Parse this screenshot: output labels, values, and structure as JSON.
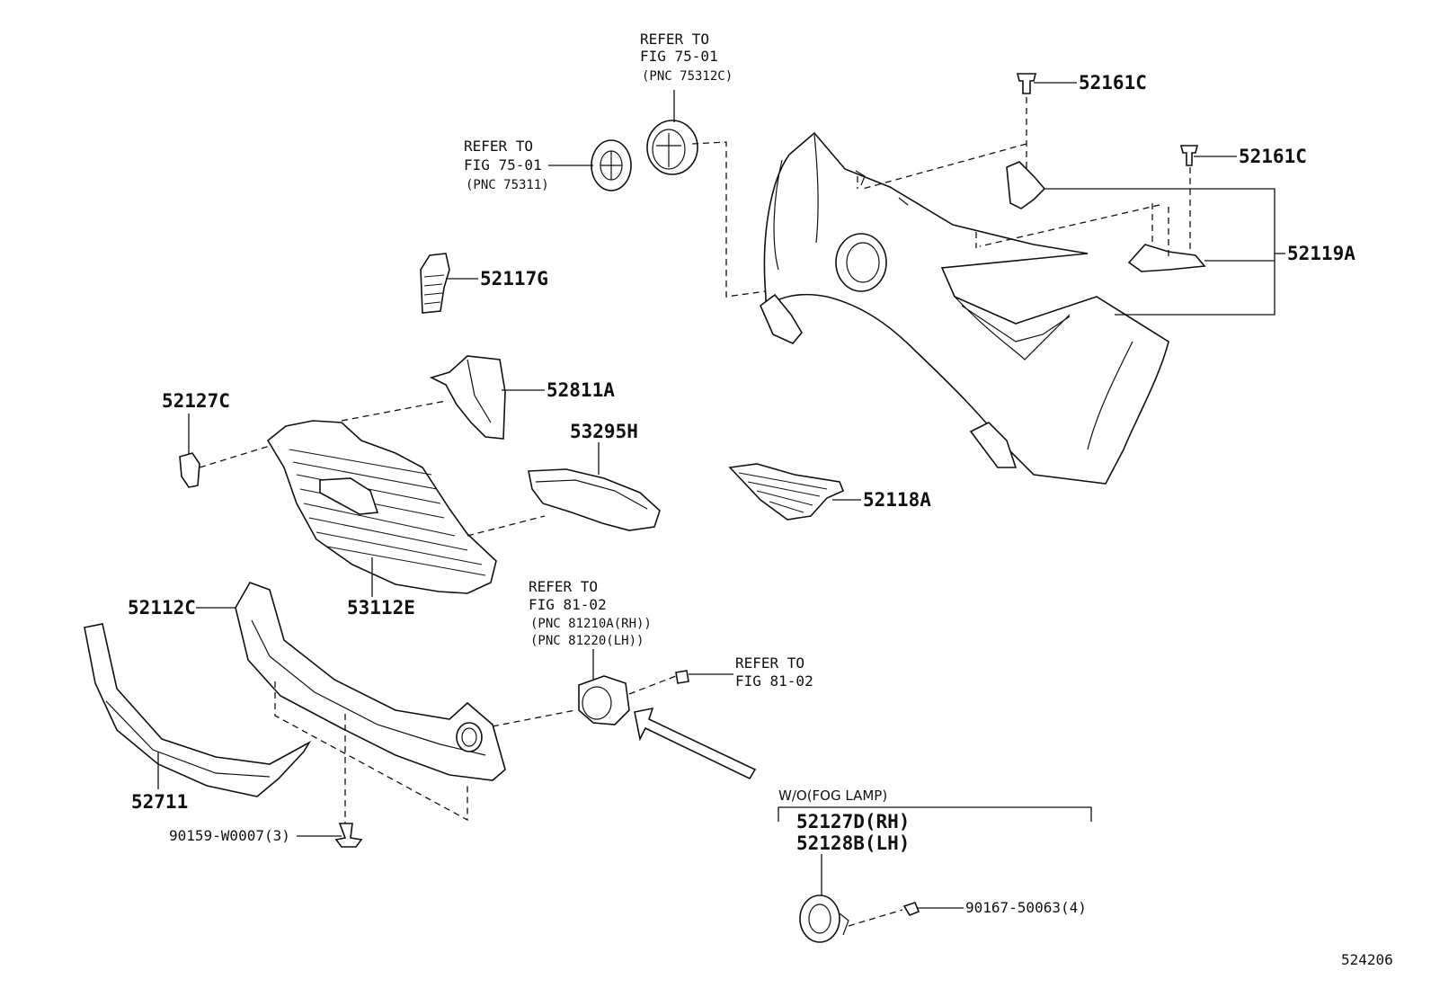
{
  "refs": {
    "fig75_emblem_rear": {
      "l1": "REFER TO",
      "l2": "FIG 75-01",
      "l3": "(PNC 75312C)"
    },
    "fig75_emblem": {
      "l1": "REFER TO",
      "l2": "FIG 75-01",
      "l3": "(PNC 75311)"
    },
    "fig81_foglamp": {
      "l1": "REFER TO",
      "l2": "FIG 81-02",
      "l3": "(PNC 81210A(RH))",
      "l4": "(PNC 81220(LH))"
    },
    "fig81_screw": {
      "l1": "REFER TO",
      "l2": "FIG 81-02"
    }
  },
  "parts": {
    "p52161C_a": "52161C",
    "p52161C_b": "52161C",
    "p52119A": "52119A",
    "p52117G": "52117G",
    "p52811A": "52811A",
    "p52127C": "52127C",
    "p53295H": "53295H",
    "p52118A": "52118A",
    "p53112E": "53112E",
    "p52112C": "52112C",
    "p52711": "52711",
    "p90159": "90159-W0007(3)",
    "p52127D": "52127D(RH)",
    "p52128B": "52128B(LH)",
    "p90167": "90167-50063(4)"
  },
  "variant_note": "W/O(FOG LAMP)",
  "diagram_id": "524206"
}
